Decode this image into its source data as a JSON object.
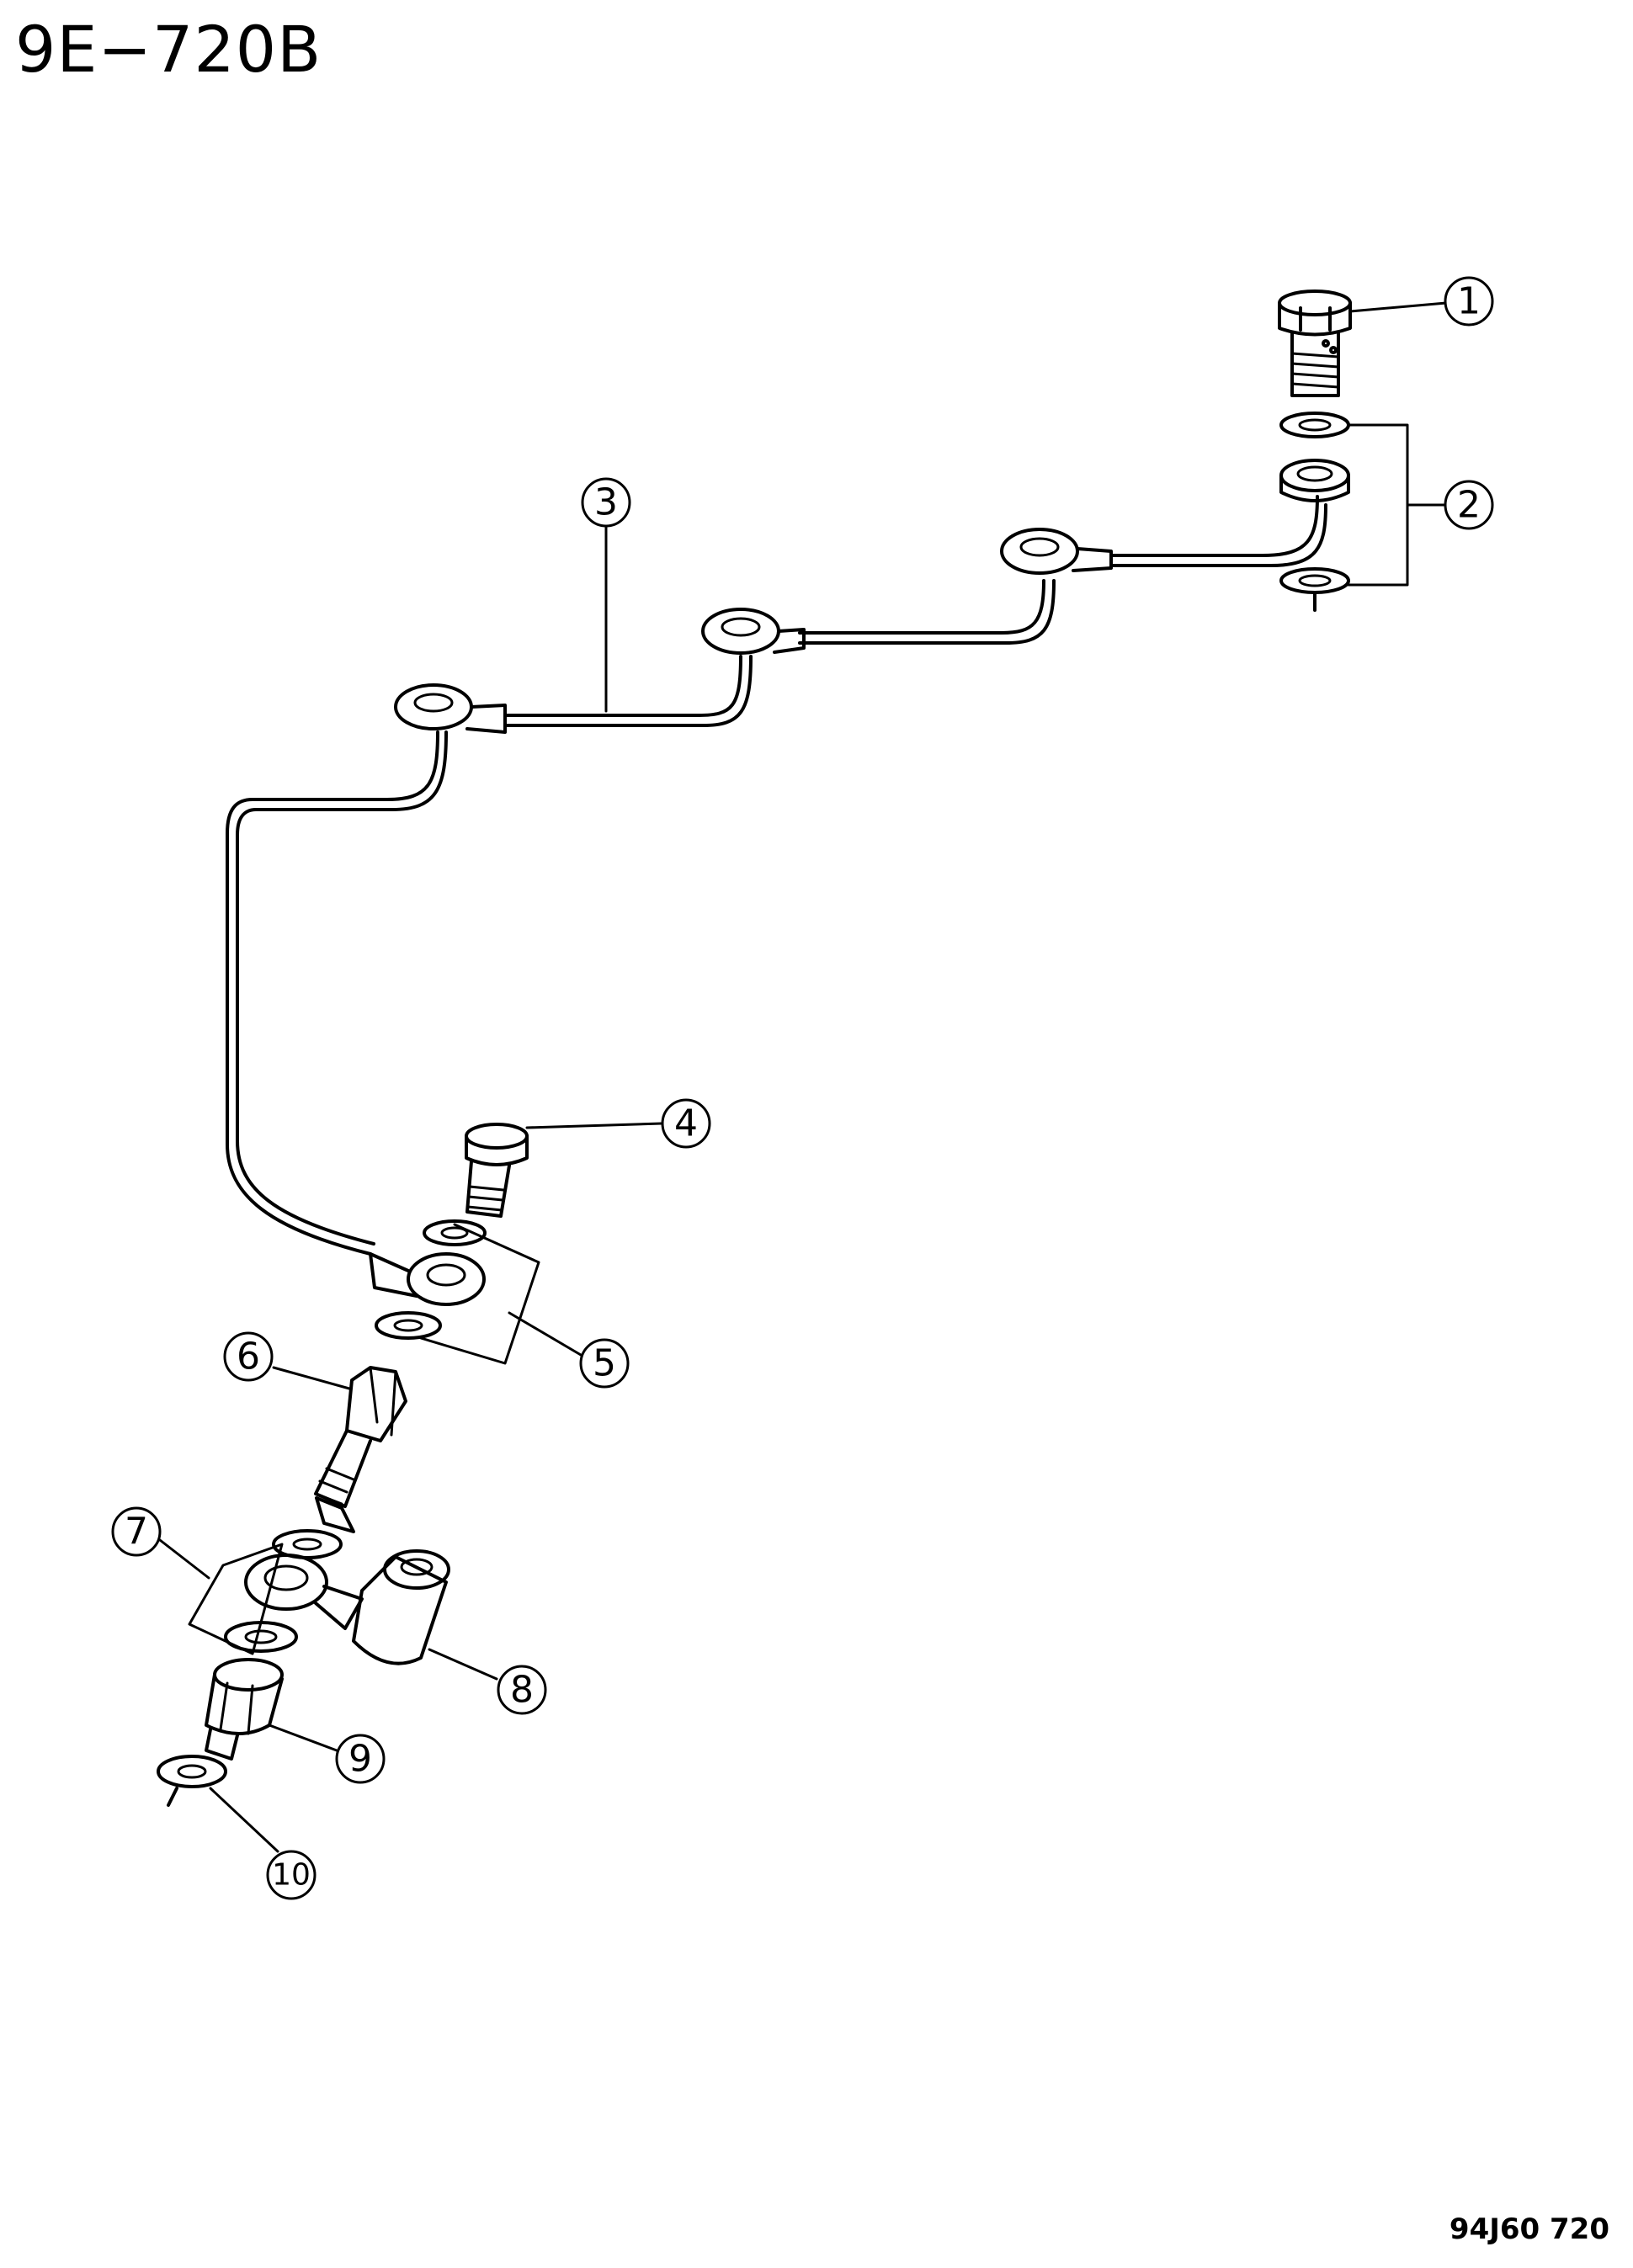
{
  "header": {
    "diagram_code": "9E−720B"
  },
  "footer": {
    "drawing_code": "94J60  720"
  },
  "callouts": [
    {
      "number": "1",
      "part": "banjo-bolt"
    },
    {
      "number": "2",
      "part": "banjo-fitting-with-washers"
    },
    {
      "number": "3",
      "part": "fuel-return-line"
    },
    {
      "number": "4",
      "part": "banjo-bolt"
    },
    {
      "number": "5",
      "part": "banjo-fitting-with-washers"
    },
    {
      "number": "6",
      "part": "adapter-fitting"
    },
    {
      "number": "7",
      "part": "gasket-set"
    },
    {
      "number": "8",
      "part": "elbow-fitting"
    },
    {
      "number": "9",
      "part": "nut"
    },
    {
      "number": "10",
      "part": "washer"
    }
  ],
  "colors": {
    "ink": "#000000",
    "paper": "#ffffff"
  }
}
